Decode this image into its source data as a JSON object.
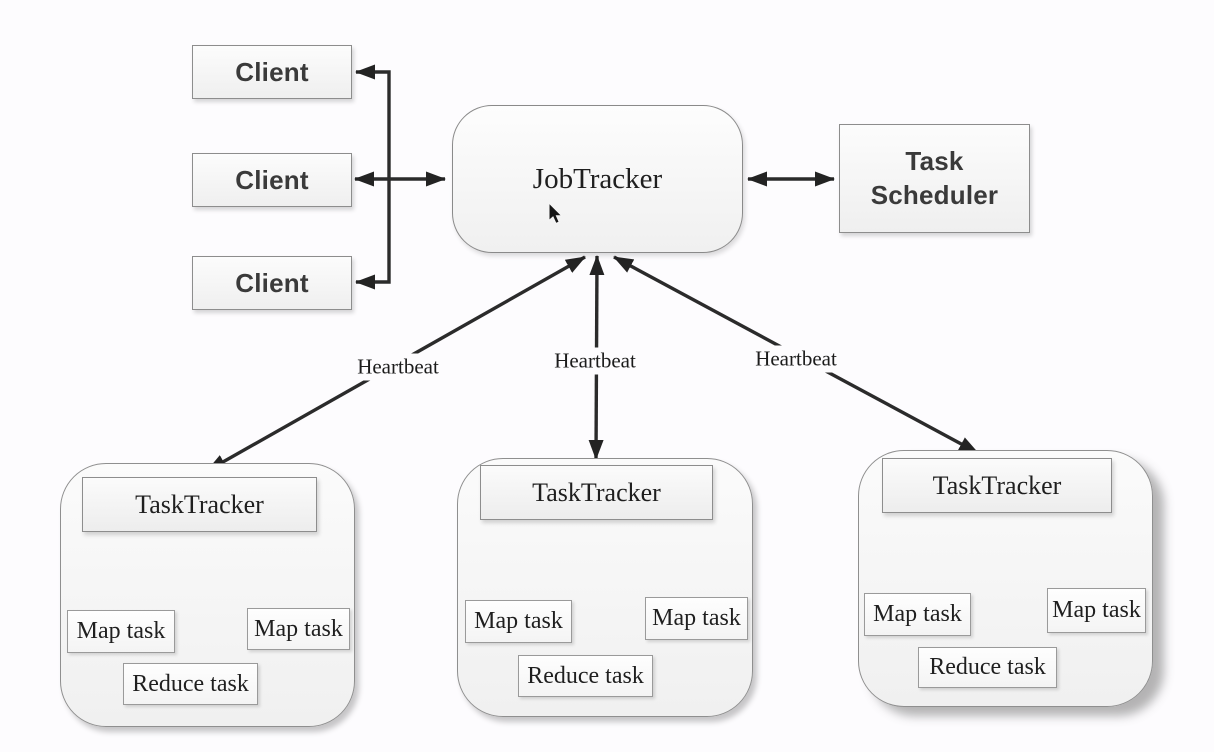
{
  "page": {
    "background_color": "#fdfcfe",
    "line_color": "#2b2b2b",
    "box_border_color": "#8d8d8d"
  },
  "diagram": {
    "clients": [
      {
        "label": "Client"
      },
      {
        "label": "Client"
      },
      {
        "label": "Client"
      }
    ],
    "jobtracker": {
      "label": "JobTracker"
    },
    "task_scheduler": {
      "label": "Task Scheduler"
    },
    "heartbeats": [
      {
        "label": "Heartbeat"
      },
      {
        "label": "Heartbeat"
      },
      {
        "label": "Heartbeat"
      }
    ],
    "groups": [
      {
        "tracker": {
          "label": "TaskTracker"
        },
        "tasks": [
          {
            "label": "Map task"
          },
          {
            "label": "Reduce task"
          },
          {
            "label": "Map task"
          }
        ]
      },
      {
        "tracker": {
          "label": "TaskTracker"
        },
        "tasks": [
          {
            "label": "Map task"
          },
          {
            "label": "Reduce task"
          },
          {
            "label": "Map task"
          }
        ]
      },
      {
        "tracker": {
          "label": "TaskTracker"
        },
        "tasks": [
          {
            "label": "Map task"
          },
          {
            "label": "Reduce task"
          },
          {
            "label": "Map task"
          }
        ]
      }
    ],
    "icons": {
      "cursor": "mouse-pointer-icon"
    }
  }
}
